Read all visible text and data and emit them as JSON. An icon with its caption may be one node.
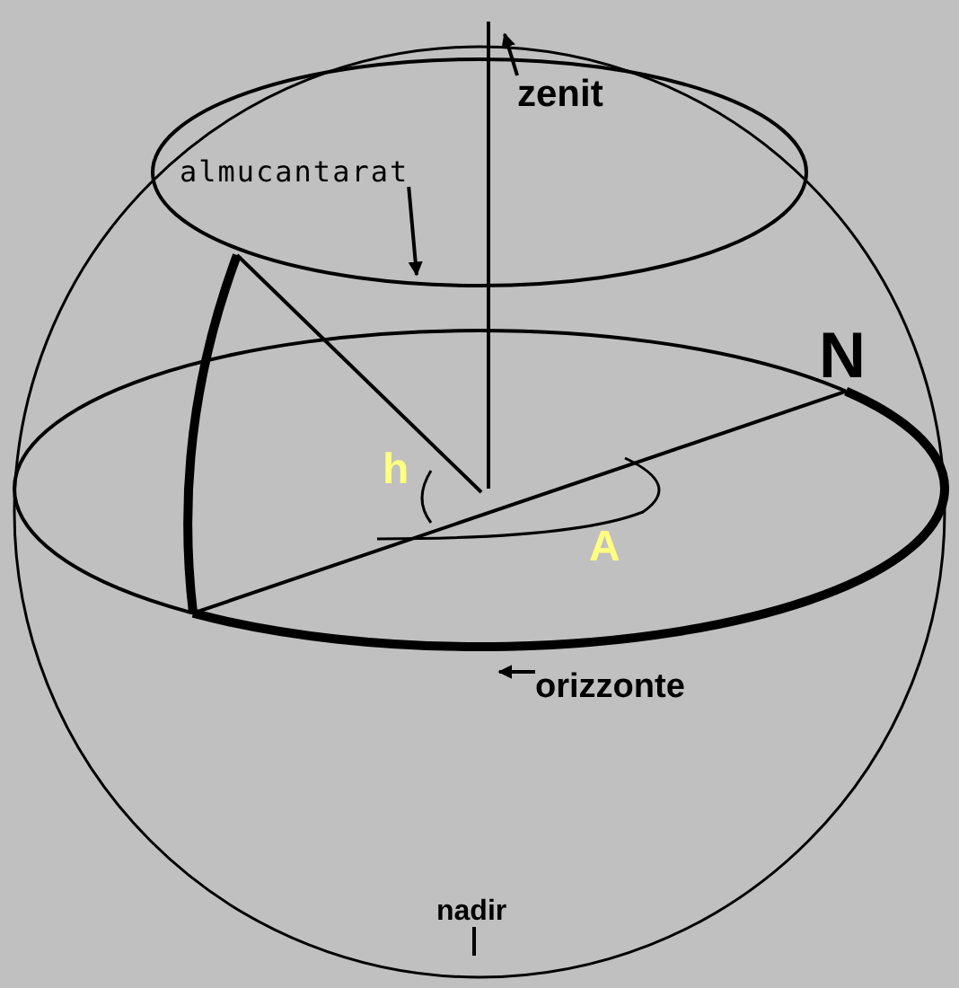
{
  "diagram": {
    "nodes": [
      {
        "text": [
          "zenit"
        ]
      },
      {
        "text": [
          "almucantarat"
        ]
      },
      {
        "text": [
          "orizzonte"
        ]
      },
      {
        "text": [
          "nadir"
        ]
      }
    ],
    "edges": [
      {
        "from": 0,
        "to": null,
        "arrow": "to"
      },
      {
        "from": 1,
        "to": null,
        "arrow": "to"
      },
      {
        "from": 2,
        "to": null,
        "arrow": "to"
      },
      {
        "from": 3,
        "to": null,
        "arrow": "none"
      }
    ],
    "labels": [
      "N",
      "h",
      "A"
    ]
  }
}
